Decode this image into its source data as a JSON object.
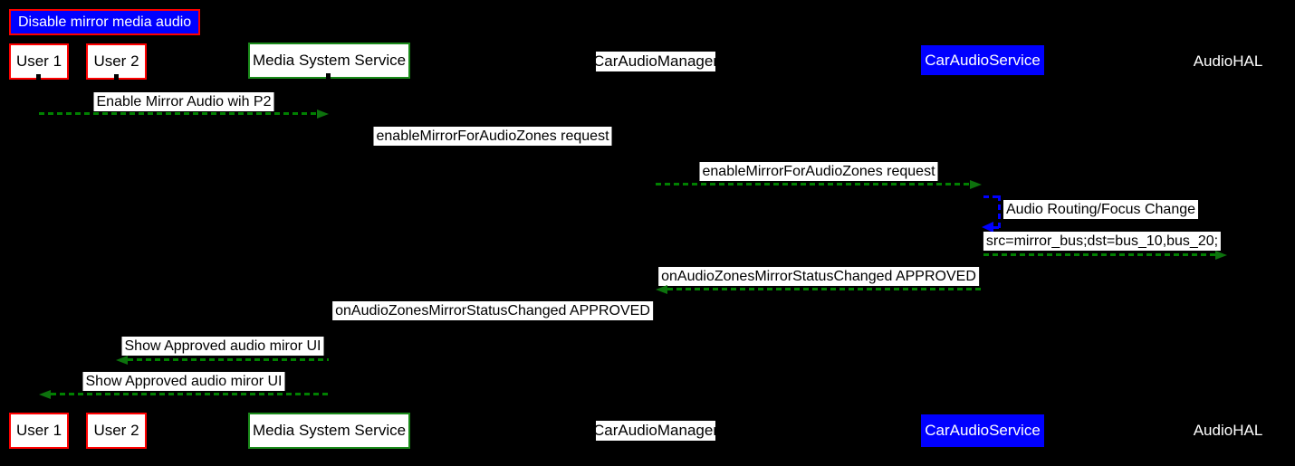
{
  "diagram": {
    "title": "Disable mirror media audio",
    "actors": {
      "user1": "User 1",
      "user2": "User 2",
      "media_system_service": "Media System Service",
      "car_audio_manager": "CarAudioManager",
      "car_audio_service": "CarAudioService",
      "audio_hal": "AudioHAL"
    },
    "messages": [
      {
        "label": "Enable Mirror Audio wih P2",
        "from": "User 1",
        "to": "Media System Service",
        "arrow": "green-dashed-right"
      },
      {
        "label": "enableMirrorForAudioZones request",
        "from": "Media System Service",
        "to": "CarAudioManager",
        "arrow": "none-visible"
      },
      {
        "label": "enableMirrorForAudioZones request",
        "from": "CarAudioManager",
        "to": "CarAudioService",
        "arrow": "green-dashed-right"
      },
      {
        "label": "Audio Routing/Focus Change",
        "from": "CarAudioService",
        "to": "CarAudioService",
        "arrow": "blue-dashed-self-loop"
      },
      {
        "label": "src=mirror_bus;dst=bus_10,bus_20;",
        "from": "CarAudioService",
        "to": "AudioHAL",
        "arrow": "green-dashed-right"
      },
      {
        "label": "onAudioZonesMirrorStatusChanged APPROVED",
        "from": "CarAudioService",
        "to": "CarAudioManager",
        "arrow": "green-dashed-left"
      },
      {
        "label": "onAudioZonesMirrorStatusChanged APPROVED",
        "from": "CarAudioManager",
        "to": "Media System Service",
        "arrow": "none-visible"
      },
      {
        "label": "Show Approved audio miror UI",
        "from": "Media System Service",
        "to": "User 2",
        "arrow": "green-dashed-left"
      },
      {
        "label": "Show Approved audio miror UI",
        "from": "Media System Service",
        "to": "User 1",
        "arrow": "green-dashed-left"
      }
    ],
    "colors": {
      "background": "#000000",
      "title_fill": "#0000ff",
      "title_border": "#ff0000",
      "user_border": "#ff0000",
      "service_border": "#1a8a1a",
      "car_audio_service_fill": "#0000ff",
      "arrow_green": "#008000",
      "arrow_blue": "#0000ff",
      "label_background": "#ffffff"
    }
  }
}
